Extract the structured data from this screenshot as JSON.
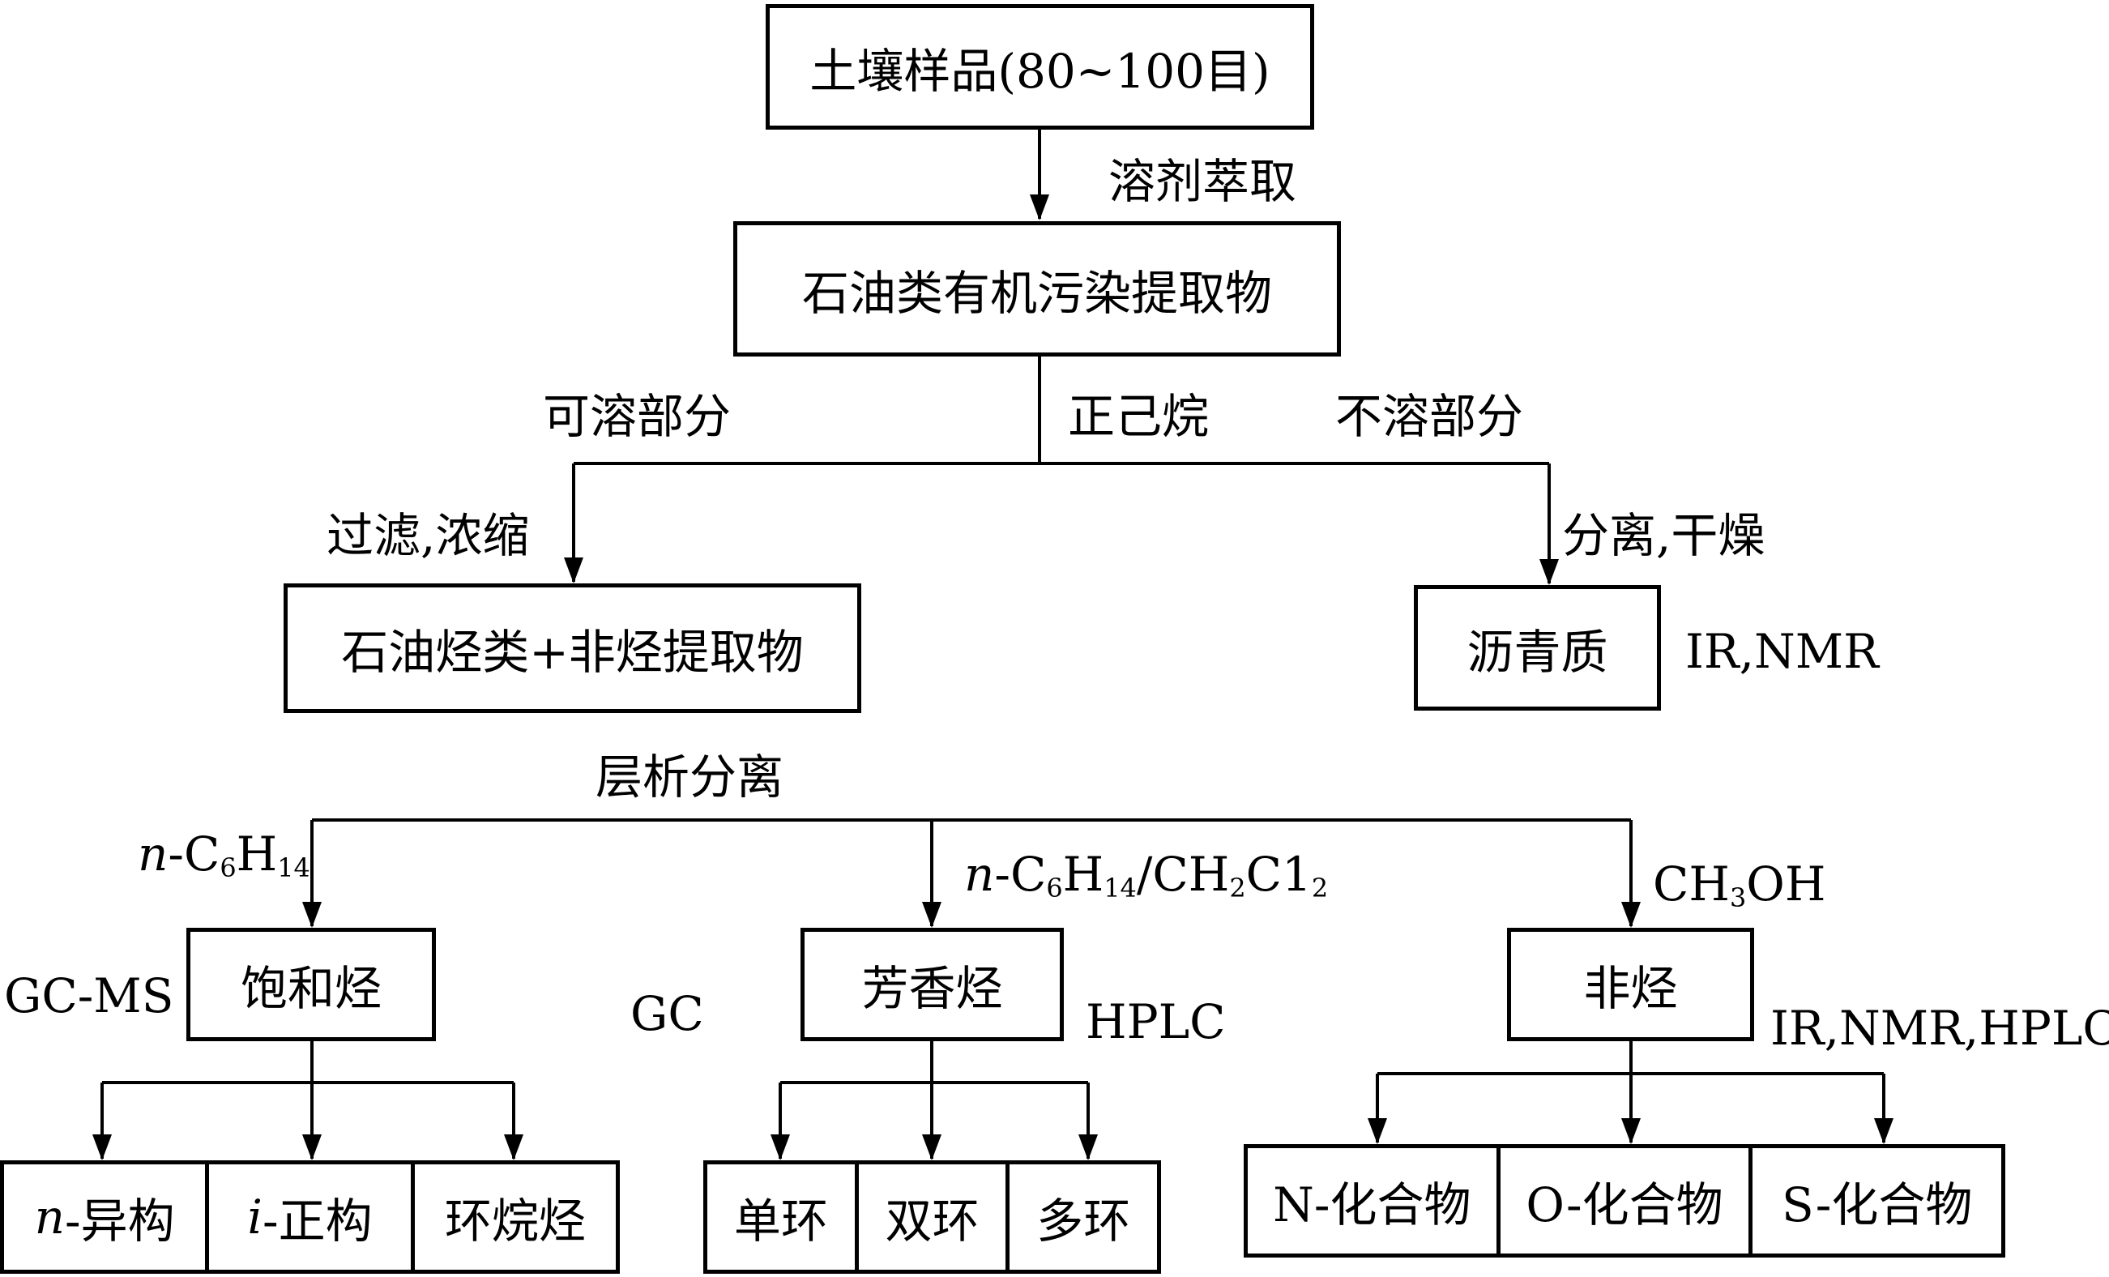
{
  "nodes": {
    "soil_sample": "土壤样品(80~100目)",
    "extract": "石油类有机污染提取物",
    "hydrocarbon_extract": "石油烃类+非烃提取物",
    "asphaltene": "沥青质",
    "saturated": "饱和烃",
    "aromatic": "芳香烃",
    "non_hydrocarbon": "非烃"
  },
  "saturated_children": [
    {
      "prefix": "n",
      "text": "-异构"
    },
    {
      "prefix": "i",
      "text": "-正构"
    },
    {
      "prefix": "",
      "text": "环烷烃"
    }
  ],
  "aromatic_children": [
    "单环",
    "双环",
    "多环"
  ],
  "nonhc_children": [
    "N-化合物",
    "O-化合物",
    "S-化合物"
  ],
  "edges": {
    "solvent_extraction": "溶剂萃取",
    "soluble": "可溶部分",
    "hexane": "正己烷",
    "insoluble": "不溶部分",
    "filter_concentrate": "过滤,浓缩",
    "separate_dry": "分离,干燥",
    "chromatography": "层析分离",
    "eluent1": {
      "prefix": "n",
      "a": "-C",
      "s1": "6",
      "b": "H",
      "s2": "14"
    },
    "eluent2": {
      "prefix": "n",
      "a": "-C",
      "s1": "6",
      "b": "H",
      "s2": "14",
      "c": "/CH",
      "s3": "2",
      "d": "C1",
      "s4": "2"
    },
    "eluent3": {
      "a": "CH",
      "s1": "3",
      "b": "OH"
    }
  },
  "methods": {
    "asphaltene": "IR,NMR",
    "saturated": "GC-MS",
    "gc": "GC",
    "aromatic": "HPLC",
    "non_hydrocarbon": "IR,NMR,HPLC"
  }
}
